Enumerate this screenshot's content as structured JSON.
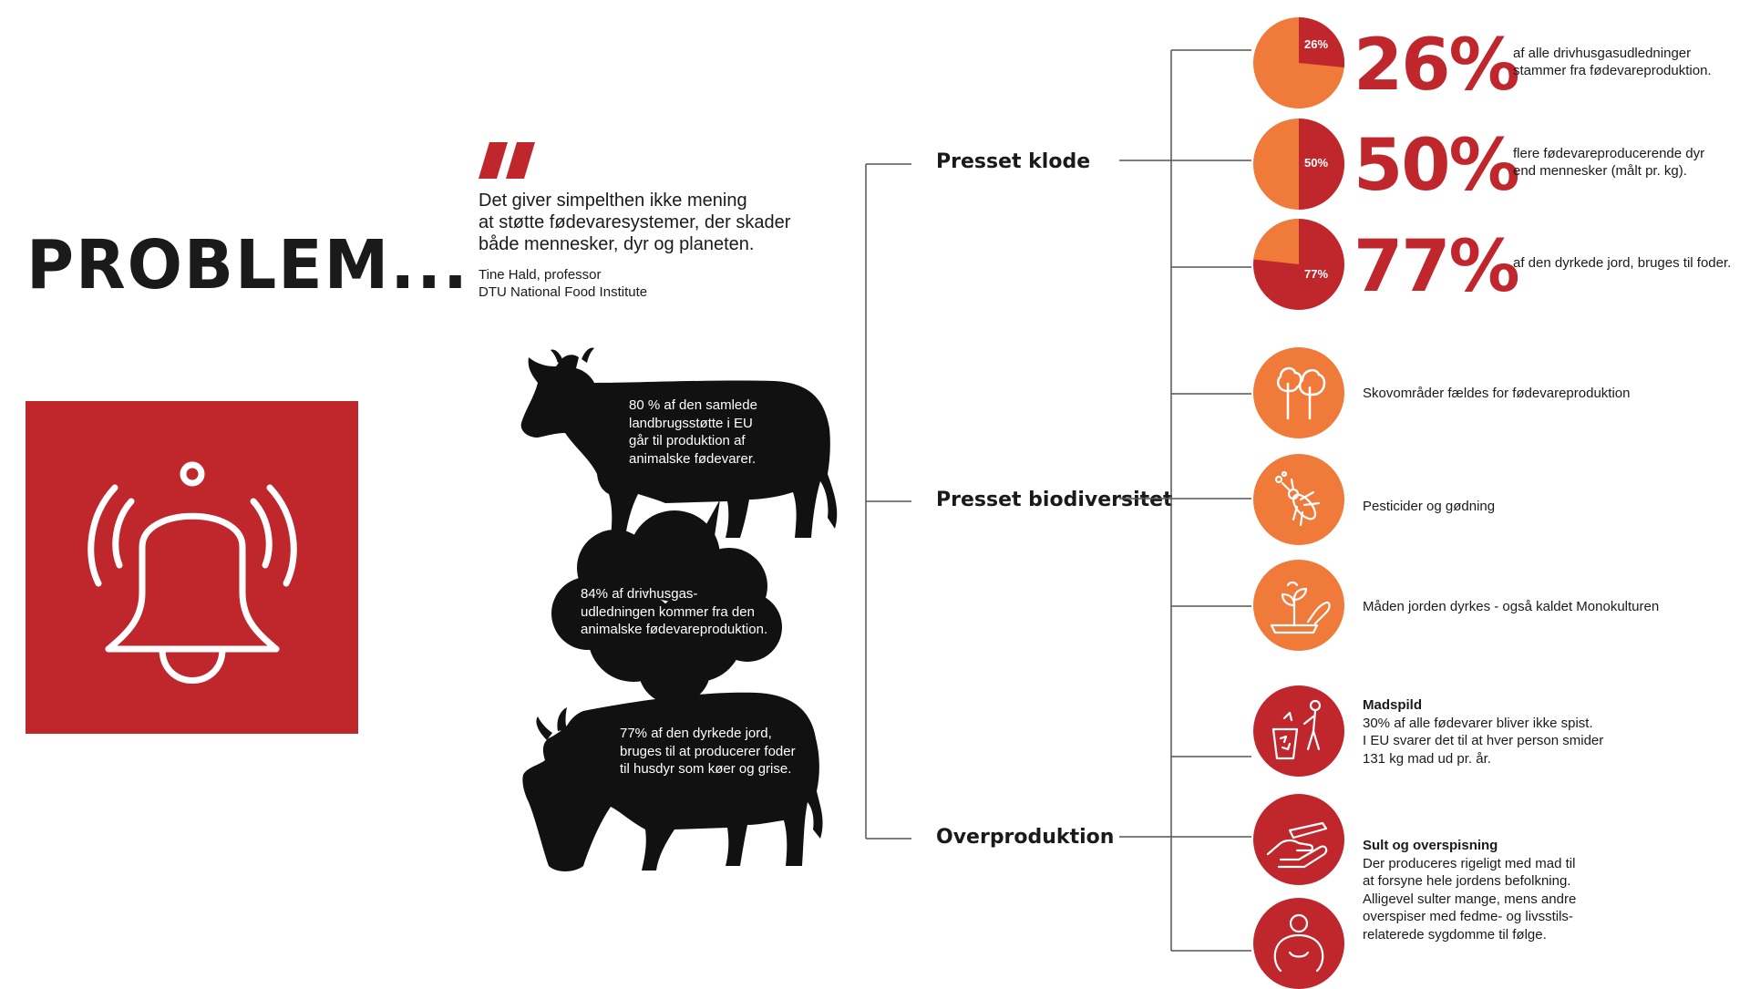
{
  "title": "PROBLEM...",
  "quote": {
    "text_line1": "Det giver simpelthen ikke mening",
    "text_line2": "at støtte fødevaresystemer, der skader",
    "text_line3": "både mennesker, dyr og planeten.",
    "author_line1": "Tine Hald, professor",
    "author_line2": "DTU National Food Institute"
  },
  "cow_facts": {
    "cow1": [
      "80 % af den samlede",
      "landbrugsstøtte i EU",
      "går til produktion af",
      "animalske fødevarer."
    ],
    "cloud": [
      "84% af drivhusgas-",
      "udledningen kommer fra den",
      "animalske fødevareproduktion."
    ],
    "cow2": [
      "77% af den dyrkede jord,",
      "bruges til at producerer foder",
      "til husdyr som køer og grise."
    ]
  },
  "branches": {
    "klode": "Presset klode",
    "biodiversitet": "Presset biodiversitet",
    "overproduktion": "Overproduktion"
  },
  "stats": [
    {
      "pct": "26%",
      "pie_label": "26%",
      "value": 0.26,
      "desc": [
        "af alle drivhusgasudledninger",
        "stammer fra fødevareproduktion."
      ]
    },
    {
      "pct": "50%",
      "pie_label": "50%",
      "value": 0.5,
      "desc": [
        "flere fødevareproducerende dyr",
        "end mennesker (målt pr. kg)."
      ]
    },
    {
      "pct": "77%",
      "pie_label": "77%",
      "value": 0.77,
      "desc": [
        "af den dyrkede jord, bruges til foder."
      ]
    }
  ],
  "bio_items": [
    {
      "icon": "trees-icon",
      "text": "Skovområder fældes for fødevareproduktion"
    },
    {
      "icon": "insect-icon",
      "text": "Pesticider og gødning"
    },
    {
      "icon": "plant-hand-icon",
      "text": "Måden jorden dyrkes - også kaldet Monokulturen"
    }
  ],
  "over_items": {
    "madspild": {
      "title": "Madspild",
      "lines": [
        "30% af alle fødevarer bliver ikke spist.",
        "I EU svarer det til at hver person smider",
        "131 kg mad ud pr. år."
      ]
    },
    "sult": {
      "title": "Sult og overspisning",
      "lines": [
        "Der produceres rigeligt med mad til",
        "at forsyne hele jordens befolkning.",
        "Alligevel sulter mange, mens andre",
        "overspiser med fedme- og livsstils-",
        "relaterede sygdomme til følge."
      ]
    }
  },
  "colors": {
    "red": "#c0272d",
    "orange": "#f07a3a",
    "black": "#111111"
  }
}
